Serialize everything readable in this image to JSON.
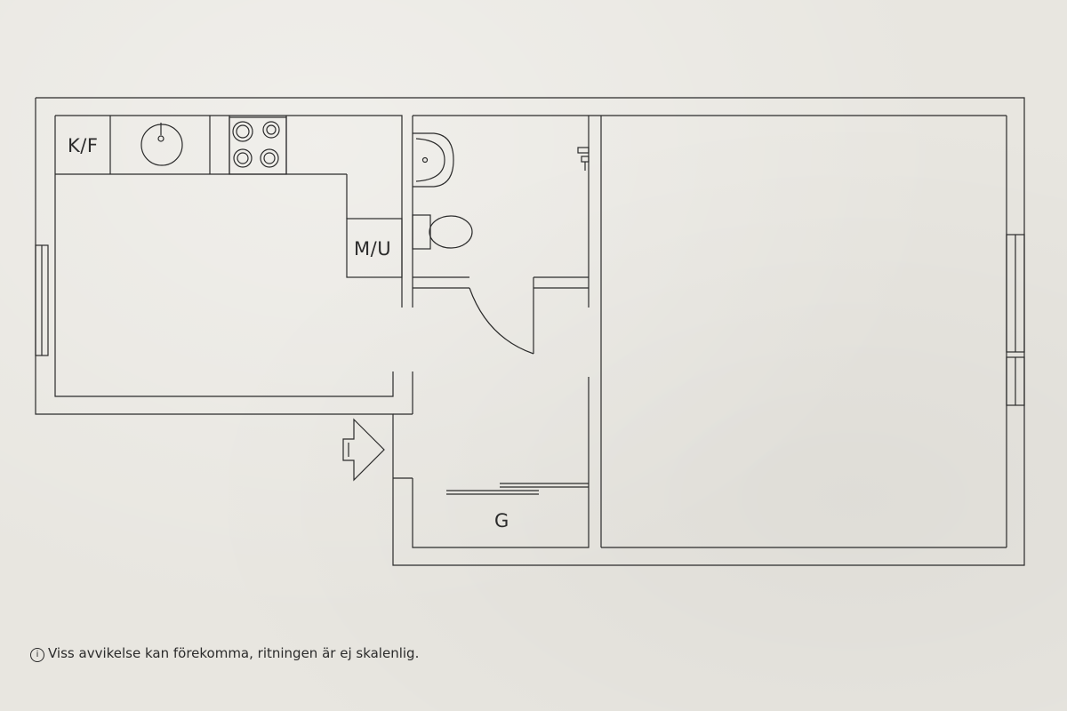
{
  "labels": {
    "kf": "K/F",
    "mu": "M/U",
    "g": "G"
  },
  "disclaimer": {
    "icon": "info-icon",
    "text": "Viss avvikelse kan förekomma, ritningen är ej skalenlig."
  }
}
